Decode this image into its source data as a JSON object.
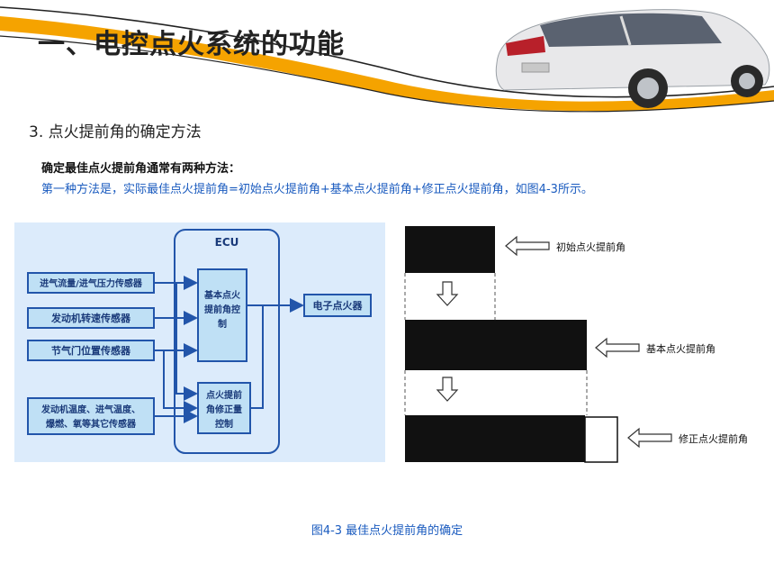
{
  "header": {
    "title": "一、电控点火系统的功能"
  },
  "section": {
    "heading": "3. 点火提前角的确定方法",
    "intro": "确定最佳点火提前角通常有两种方法：",
    "method_one": "第一种方法是，实际最佳点火提前角=初始点火提前角+基本点火提前角+修正点火提前角，如图4-3所示。"
  },
  "ecu_diagram": {
    "ecu_label": "ECU",
    "sensors": [
      "进气流量/进气压力传感器",
      "发动机转速传感器",
      "节气门位置传感器",
      "发动机温度、进气温度、",
      "爆燃、氧等其它传感器"
    ],
    "basic_block": [
      "基本点火",
      "提前角控",
      "制"
    ],
    "correction_block": [
      "点火提前",
      "角修正量",
      "控制"
    ],
    "output": "电子点火器"
  },
  "bar_diagram": {
    "labels": [
      "初始点火提前角",
      "基本点火提前角",
      "修正点火提前角"
    ]
  },
  "caption": "图4-3 最佳点火提前角的确定",
  "colors": {
    "accent_orange": "#f5a300",
    "diagram_bg": "#dcebfb",
    "sensor_fill": "#bfe0f5",
    "block_border": "#2255aa",
    "caption_blue": "#1a5bbf"
  }
}
